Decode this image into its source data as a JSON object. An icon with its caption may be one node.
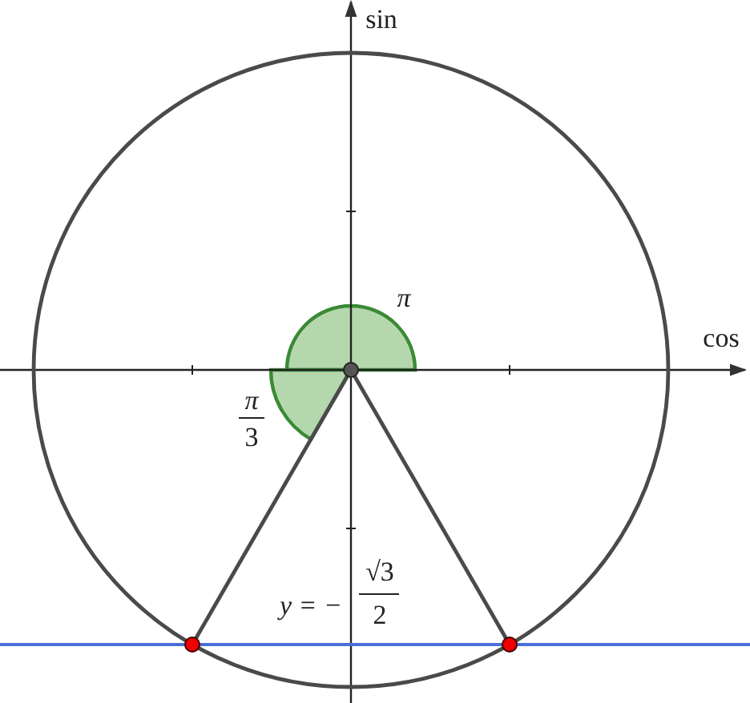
{
  "diagram": {
    "labels": [
      "sin",
      "cos",
      "π",
      "π",
      "3",
      "y = −",
      "√3",
      "2"
    ]
  }
}
